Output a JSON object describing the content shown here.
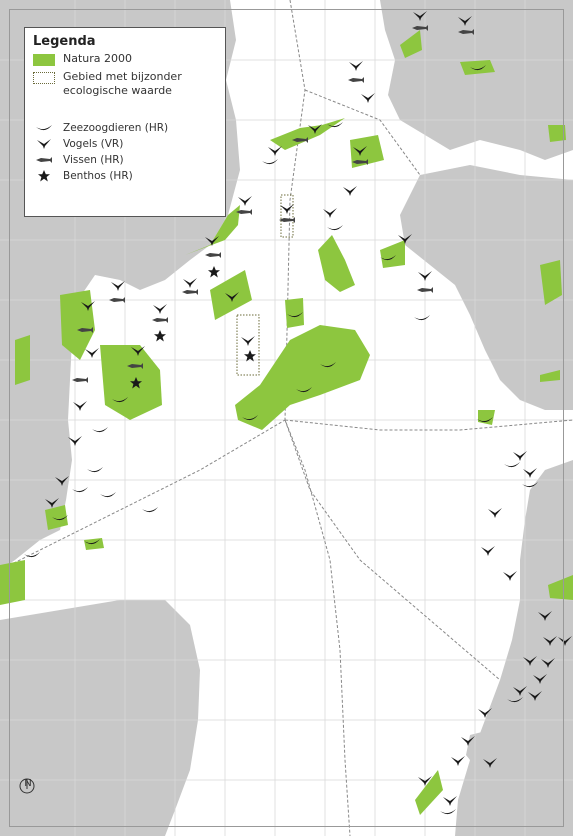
{
  "legend": {
    "title": "Legenda",
    "items": [
      {
        "label": "Natura 2000",
        "color": "#8dc63f"
      },
      {
        "label": "Gebied met bijzonder ecologische waarde"
      }
    ],
    "symbols": [
      {
        "label": "Zeezoogdieren (HR)",
        "icon": "marine-mammal-icon"
      },
      {
        "label": "Vogels (VR)",
        "icon": "bird-icon"
      },
      {
        "label": "Vissen (HR)",
        "icon": "fish-icon"
      },
      {
        "label": "Benthos (HR)",
        "icon": "benthos-star-icon"
      }
    ]
  },
  "north_arrow": {
    "label": "N"
  },
  "colors": {
    "land": "#c8c8c8",
    "sea": "#ffffff",
    "natura": "#8dc63f",
    "grid": "#d9d9d9",
    "boundary": "#888888",
    "symbol": "#222222"
  }
}
